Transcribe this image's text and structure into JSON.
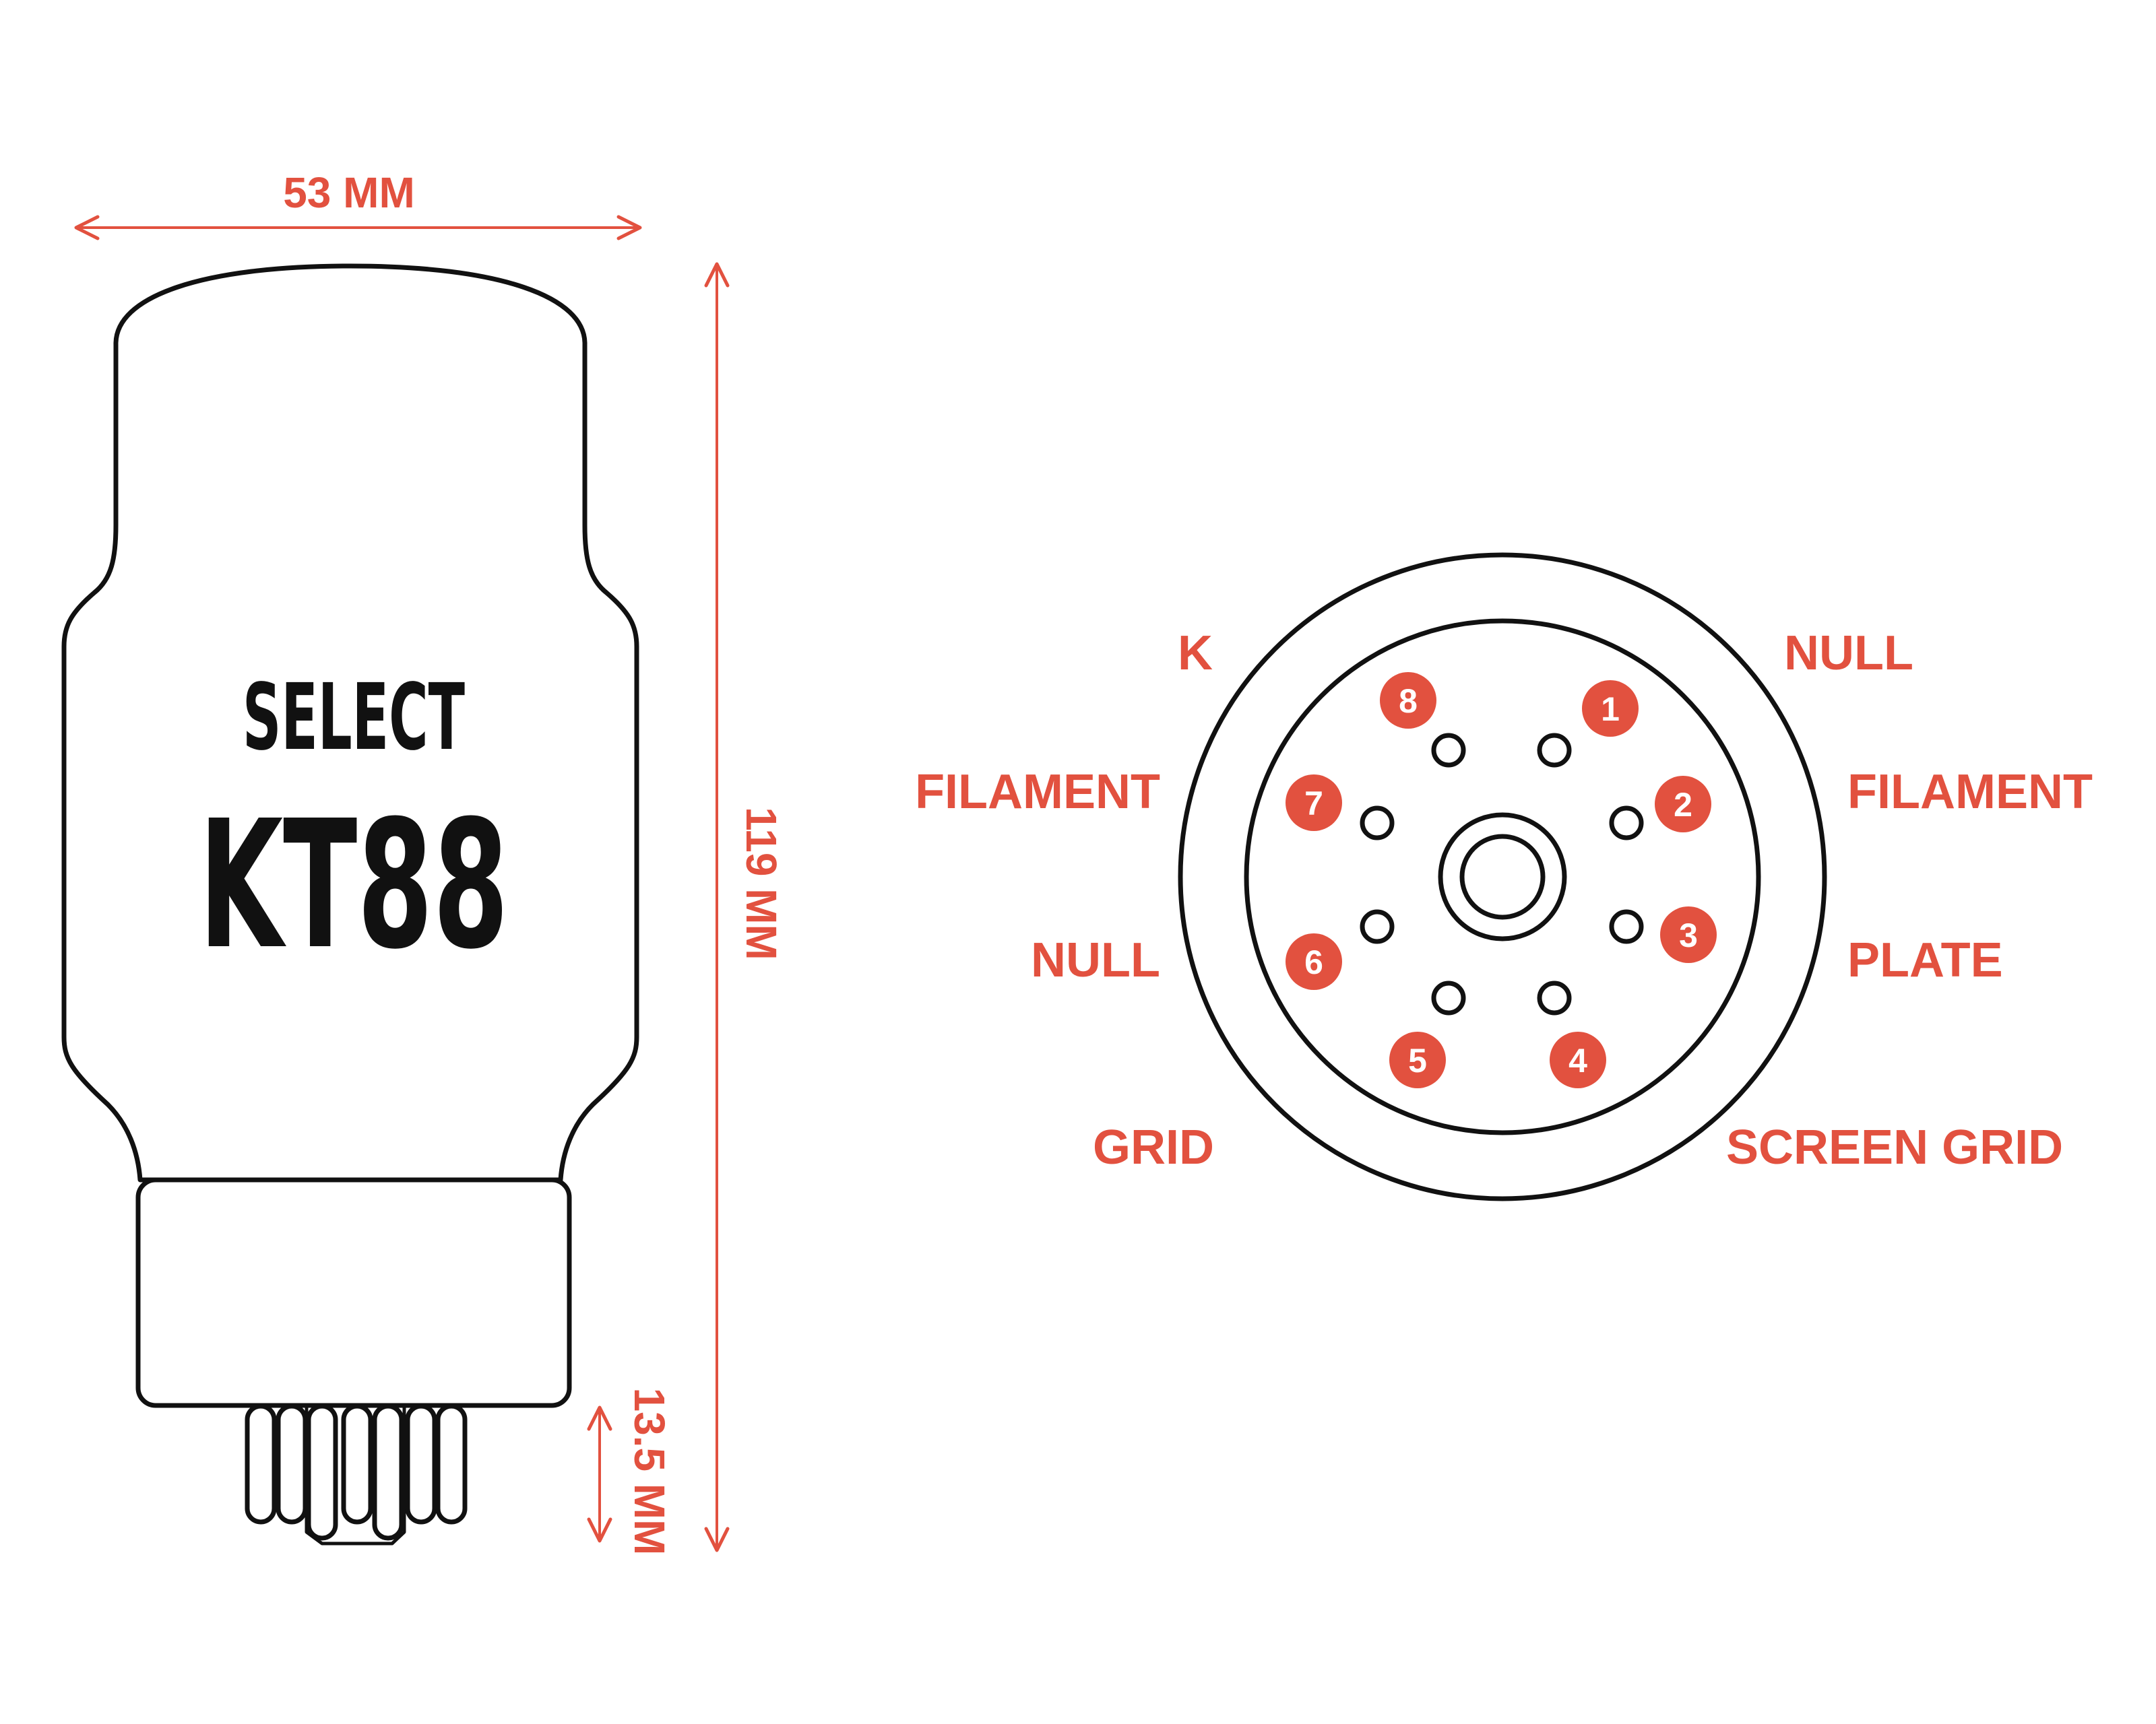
{
  "colors": {
    "accent": "#e2513f",
    "outline": "#111111",
    "background": "#ffffff"
  },
  "tube": {
    "brand": "SELECT",
    "model": "KT88"
  },
  "dimensions": {
    "width_label": "53 MM",
    "height_label": "119 MM",
    "pin_length_label": "13.5 MM"
  },
  "pinout": {
    "pins": [
      {
        "number": "1",
        "label": "NULL"
      },
      {
        "number": "2",
        "label": "FILAMENT"
      },
      {
        "number": "3",
        "label": "PLATE"
      },
      {
        "number": "4",
        "label": "SCREEN GRID"
      },
      {
        "number": "5",
        "label": "GRID"
      },
      {
        "number": "6",
        "label": "NULL"
      },
      {
        "number": "7",
        "label": "FILAMENT"
      },
      {
        "number": "8",
        "label": "K"
      }
    ]
  }
}
